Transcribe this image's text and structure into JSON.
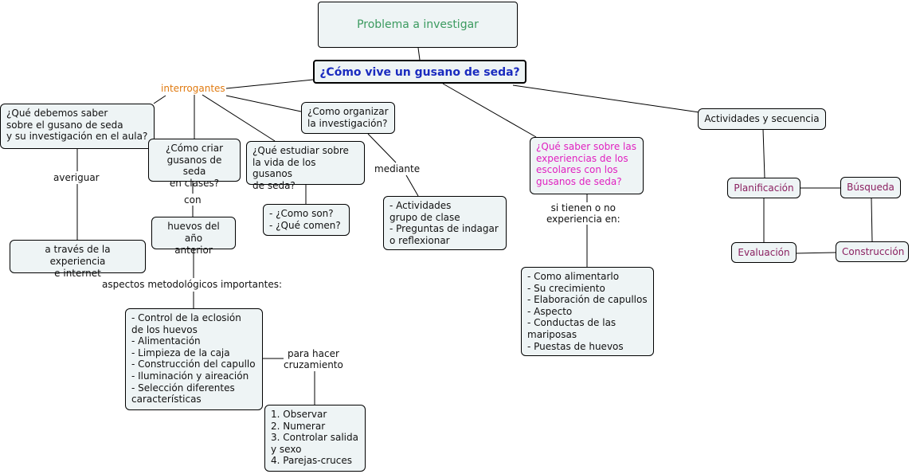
{
  "colors": {
    "box_bg": "#eef4f5",
    "title_green": "#3b9a5f",
    "question_blue": "#1a2bbf",
    "interrogantes_orange": "#e07a10",
    "experiencias_magenta": "#e020c0",
    "activities_purple": "#8a2060"
  },
  "nodes": {
    "problem": "Problema a investigar",
    "question": "¿Cómo vive un gusano de seda?",
    "debemos_saber": "¿Qué debemos saber\nsobre el gusano de seda\ny su investigación en el aula?",
    "experiencia_internet": "a través de la experiencia\ne internet",
    "como_criar": "¿Cómo criar\ngusanos de seda\nen clases?",
    "huevos": "huevos del año\nanterior",
    "control_list": "- Control de la eclosión\nde los huevos\n- Alimentación\n- Limpieza de la caja\n- Construcción del capullo\n- Iluminación y aireación\n- Selección diferentes\ncaracterísticas",
    "observar_list": "1. Observar\n2. Numerar\n3. Controlar salida\ny sexo\n4. Parejas-cruces",
    "que_estudiar": "¿Qué estudiar sobre\nla vida de los gusanos\nde seda?",
    "como_son": "- ¿Como son?\n- ¿Qué comen?",
    "como_organizar": "¿Como organizar\nla investigación?",
    "actividades_list": "- Actividades\ngrupo de clase\n- Preguntas de indagar\n o reflexionar",
    "experiencias": "¿Qué saber sobre las\nexperiencias de los\nescolares con los\ngusanos de seda?",
    "alimentarlo_list": "- Como alimentarlo\n- Su crecimiento\n- Elaboración de capullos\n- Aspecto\n- Conductas de las\nmariposas\n- Puestas de huevos",
    "actividades_secuencia": "Actividades y secuencia",
    "planificacion": "Planificación",
    "busqueda": "Búsqueda",
    "evaluacion": "Evaluación",
    "construccion": "Construcción"
  },
  "labels": {
    "interrogantes": "interrogantes",
    "averiguar": "averiguar",
    "con": "con",
    "aspectos": "aspectos metodológicos importantes:",
    "para_hacer": "para hacer\ncruzamiento",
    "mediante": "mediante",
    "si_tienen": "si tienen o no\nexperiencia en:"
  }
}
